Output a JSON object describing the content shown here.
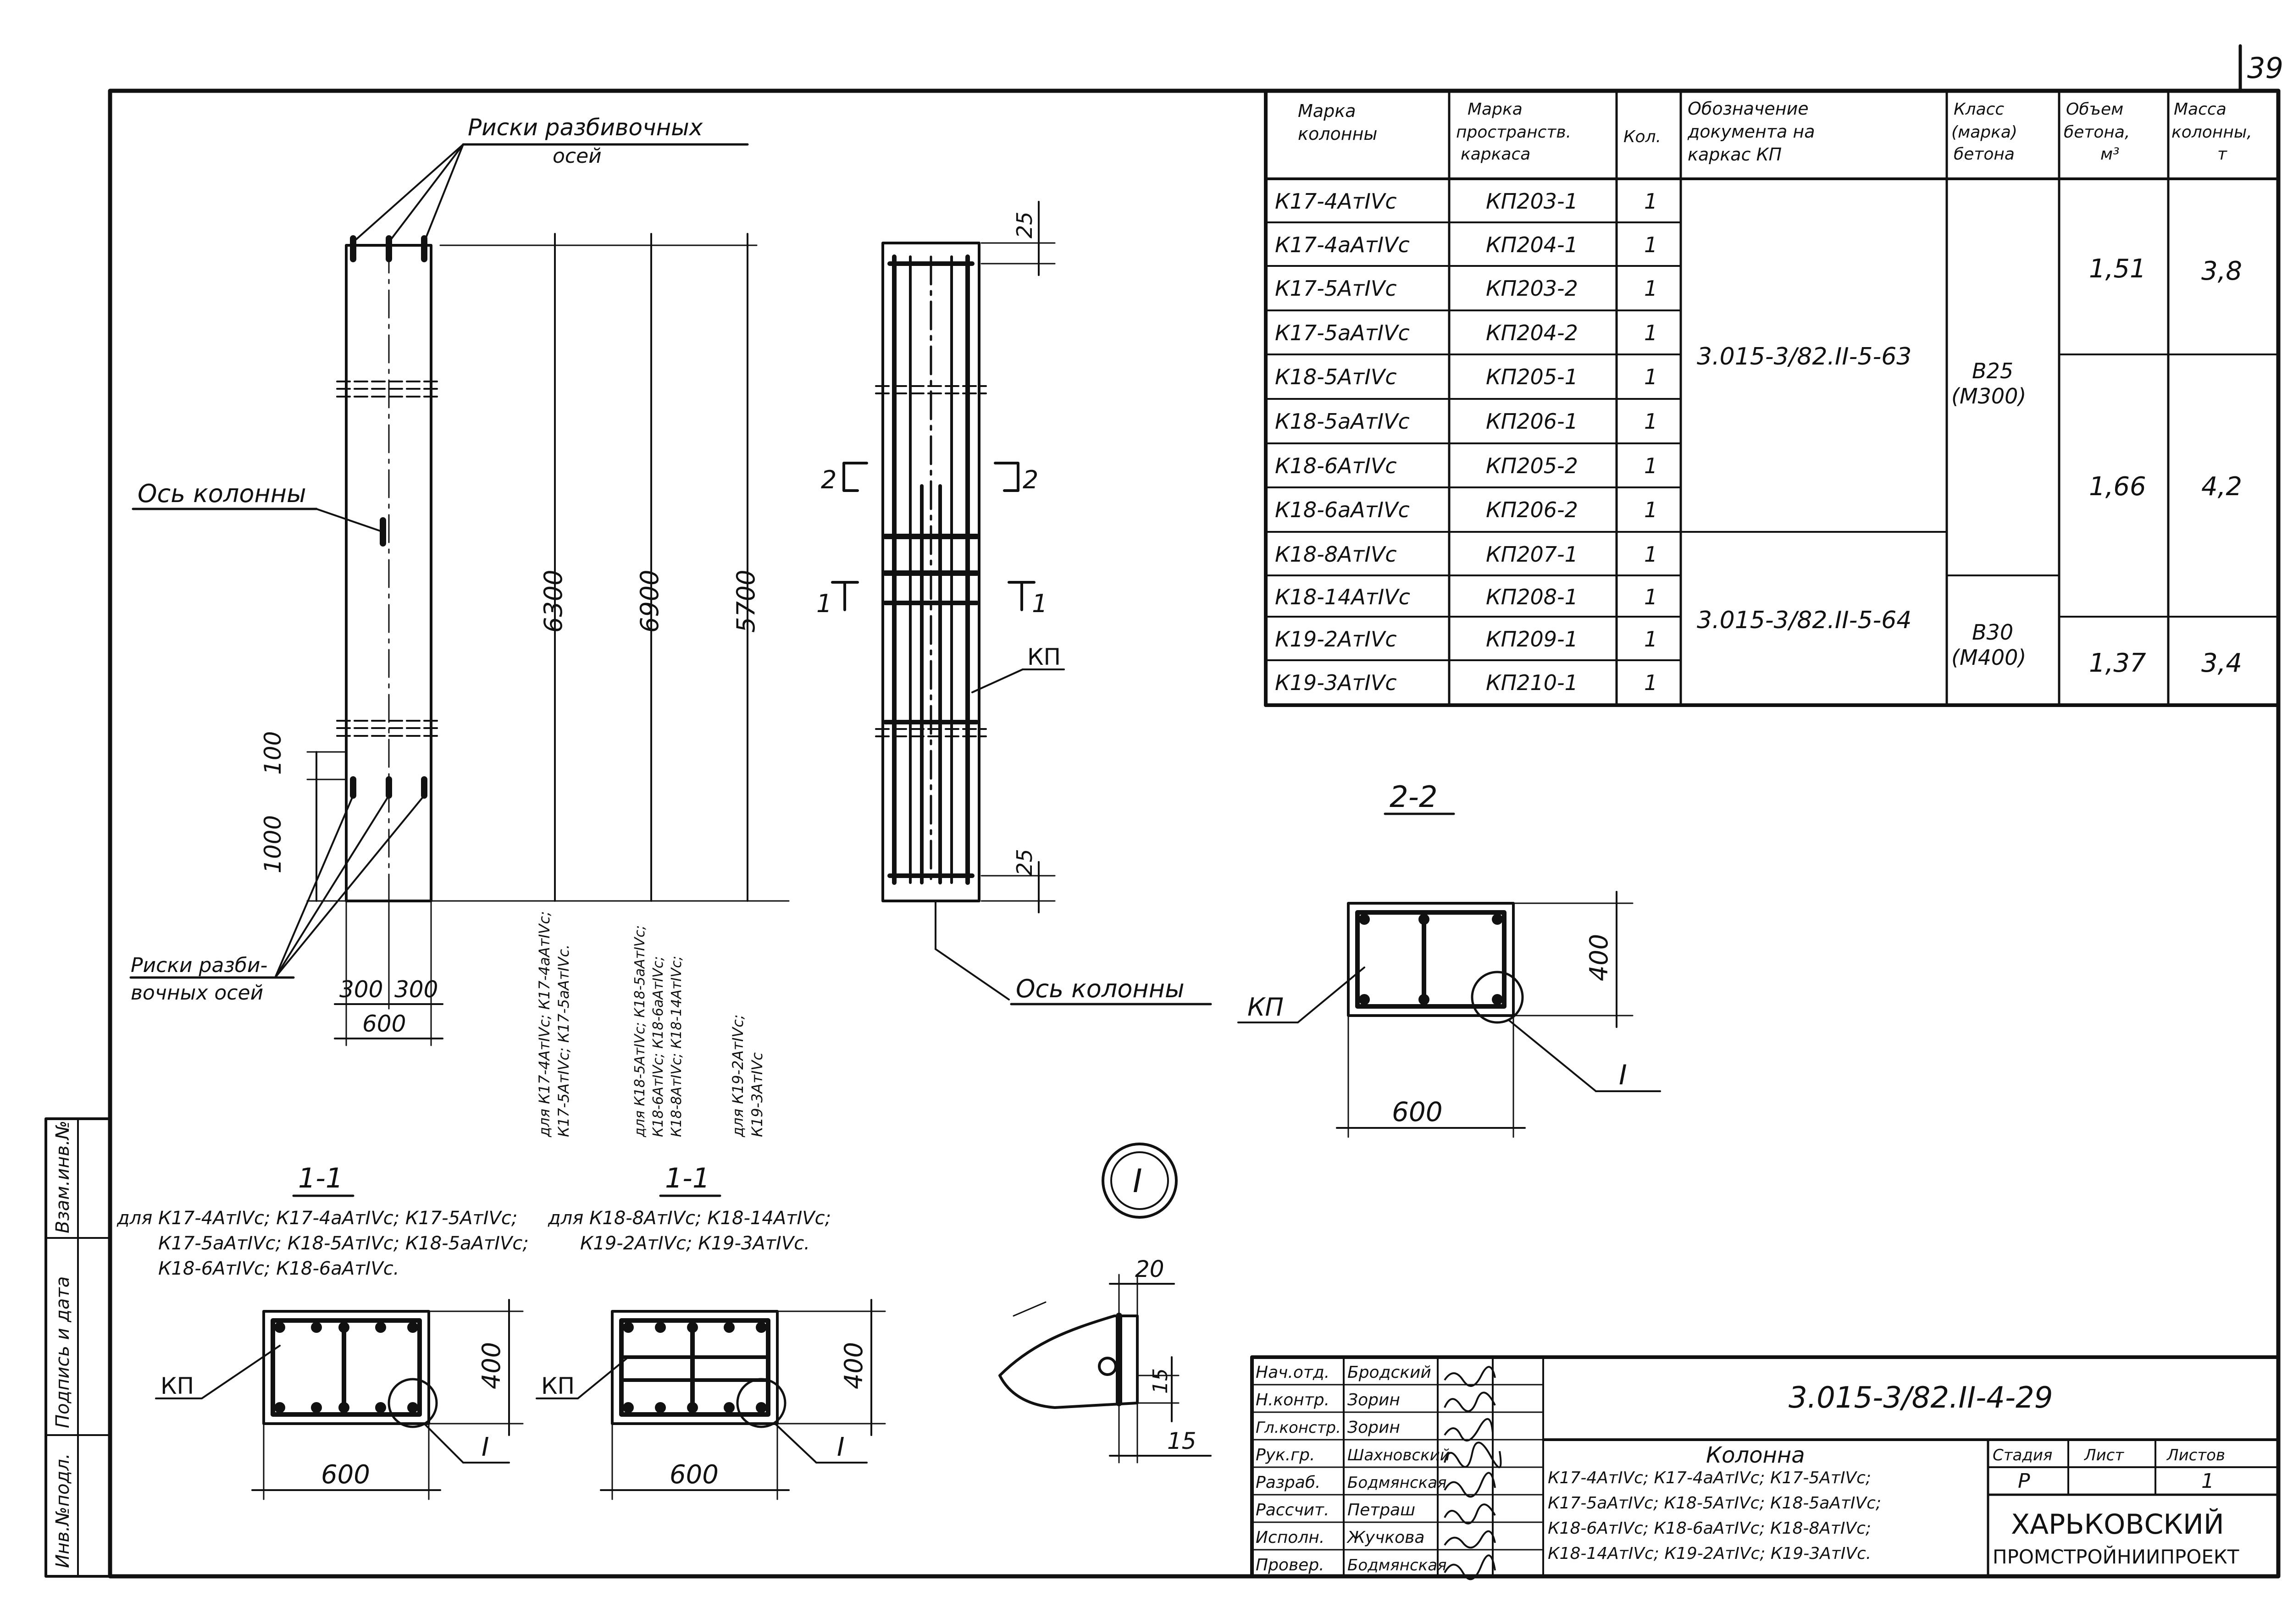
{
  "sheet": {
    "number": "39"
  },
  "column_labels": {
    "risk_top_line1": "Риски разбивочных",
    "risk_top_line2": "осей",
    "axis": "Ось колонны",
    "risk_bottom_line1": "Риски разби-",
    "risk_bottom_line2": "вочных осей",
    "axis_cage": "Ось колонны",
    "kp": "КП"
  },
  "dims": {
    "d100": "100",
    "d1000": "1000",
    "d300a": "300",
    "d300b": "300",
    "d600": "600",
    "d6300": "6300",
    "d6900": "6900",
    "d5700": "5700",
    "d25a": "25",
    "d25b": "25",
    "d400": "400",
    "d20": "20",
    "d15a": "15",
    "d15b": "15"
  },
  "vertical_notes": {
    "n1a": "для К17-4АтIVс; К17-4аАтIVс;",
    "n1b": "К17-5АтIVс; К17-5аАтIVс.",
    "n2a": "для К18-5АтIVс; К18-5аАтIVс;",
    "n2b": "К18-6АтIVс; К18-6аАтIVс;",
    "n2c": "К18-8АтIVс; К18-14АтIVс;",
    "n3a": "для К19-2АтIVс;",
    "n3b": "К19-3АтIVс"
  },
  "section_marks": {
    "s2": "2",
    "s1": "1"
  },
  "sections": {
    "s22_title": "2-2",
    "s11a_title": "1-1",
    "s11b_title": "1-1",
    "s11a_note1": "для К17-4АтIVс; К17-4аАтIVс; К17-5АтIVс;",
    "s11a_note2": "К17-5аАтIVс; К18-5АтIVс; К18-5аАтIVс;",
    "s11a_note3": "К18-6АтIVс; К18-6аАтIVс.",
    "s11b_note1": "для К18-8АтIVс; К18-14АтIVс;",
    "s11b_note2": "К19-2АтIVс; К19-3АтIVс.",
    "node": "I",
    "kp": "КП"
  },
  "table": {
    "headers": [
      [
        "Марка",
        "колонны"
      ],
      [
        "Марка",
        "пространств.",
        "каркаса"
      ],
      [
        "Кол."
      ],
      [
        "Обозначение",
        "документа на",
        "каркас КП"
      ],
      [
        "Класс",
        "(марка)",
        "бетона"
      ],
      [
        "Объем",
        "бетона,",
        "м³"
      ],
      [
        "Масса",
        "колонны,",
        "т"
      ]
    ],
    "rows": [
      [
        "К17-4АтIVс",
        "КП203-1",
        "1"
      ],
      [
        "К17-4аАтIVс",
        "КП204-1",
        "1"
      ],
      [
        "К17-5АтIVс",
        "КП203-2",
        "1"
      ],
      [
        "К17-5аАтIVс",
        "КП204-2",
        "1"
      ],
      [
        "К18-5АтIVс",
        "КП205-1",
        "1"
      ],
      [
        "К18-5аАтIVс",
        "КП206-1",
        "1"
      ],
      [
        "К18-6АтIVс",
        "КП205-2",
        "1"
      ],
      [
        "К18-6аАтIVс",
        "КП206-2",
        "1"
      ],
      [
        "К18-8АтIVс",
        "КП207-1",
        "1"
      ],
      [
        "К18-14АтIVс",
        "КП208-1",
        "1"
      ],
      [
        "К19-2АтIVс",
        "КП209-1",
        "1"
      ],
      [
        "К19-3АтIVс",
        "КП210-1",
        "1"
      ]
    ],
    "doc_group1": "3.015-3/82.II-5-63",
    "doc_group2": "3.015-3/82.II-5-64",
    "class1_a": "В25",
    "class1_b": "(М300)",
    "class2_a": "В30",
    "class2_b": "(М400)",
    "vol1": "1,51",
    "mass1": "3,8",
    "vol2": "1,66",
    "mass2": "4,2",
    "vol3": "1,37",
    "mass3": "3,4"
  },
  "side_stamp": [
    "Инв.№подл.",
    "Подпись и дата",
    "Взам.инв.№"
  ],
  "title_block": {
    "roles": [
      "Нач.отд.",
      "Н.контр.",
      "Гл.констр.",
      "Рук.гр.",
      "Разраб.",
      "Рассчит.",
      "Исполн.",
      "Провер."
    ],
    "names": [
      "Бродский",
      "Зорин",
      "Зорин",
      "Шахновский",
      "Бодмянская",
      "Петраш",
      "Жучкова",
      "Бодмянская"
    ],
    "code": "3.015-3/82.II-4-29",
    "name_title": "Колонна",
    "name_lines": [
      "К17-4АтIVс; К17-4аАтIVс; К17-5АтIVс;",
      "К17-5аАтIVс; К18-5АтIVс; К18-5аАтIVс;",
      "К18-6АтIVс; К18-6аАтIVс; К18-8АтIVс;",
      "К18-14АтIVс; К19-2АтIVс; К19-3АтIVс."
    ],
    "stage_label": "Стадия",
    "sheet_label": "Лист",
    "sheets_label": "Листов",
    "stage": "Р",
    "sheet": "1",
    "org1": "ХАРЬКОВСКИЙ",
    "org2": "ПРОМСТРОЙНИИПРОЕКТ"
  }
}
